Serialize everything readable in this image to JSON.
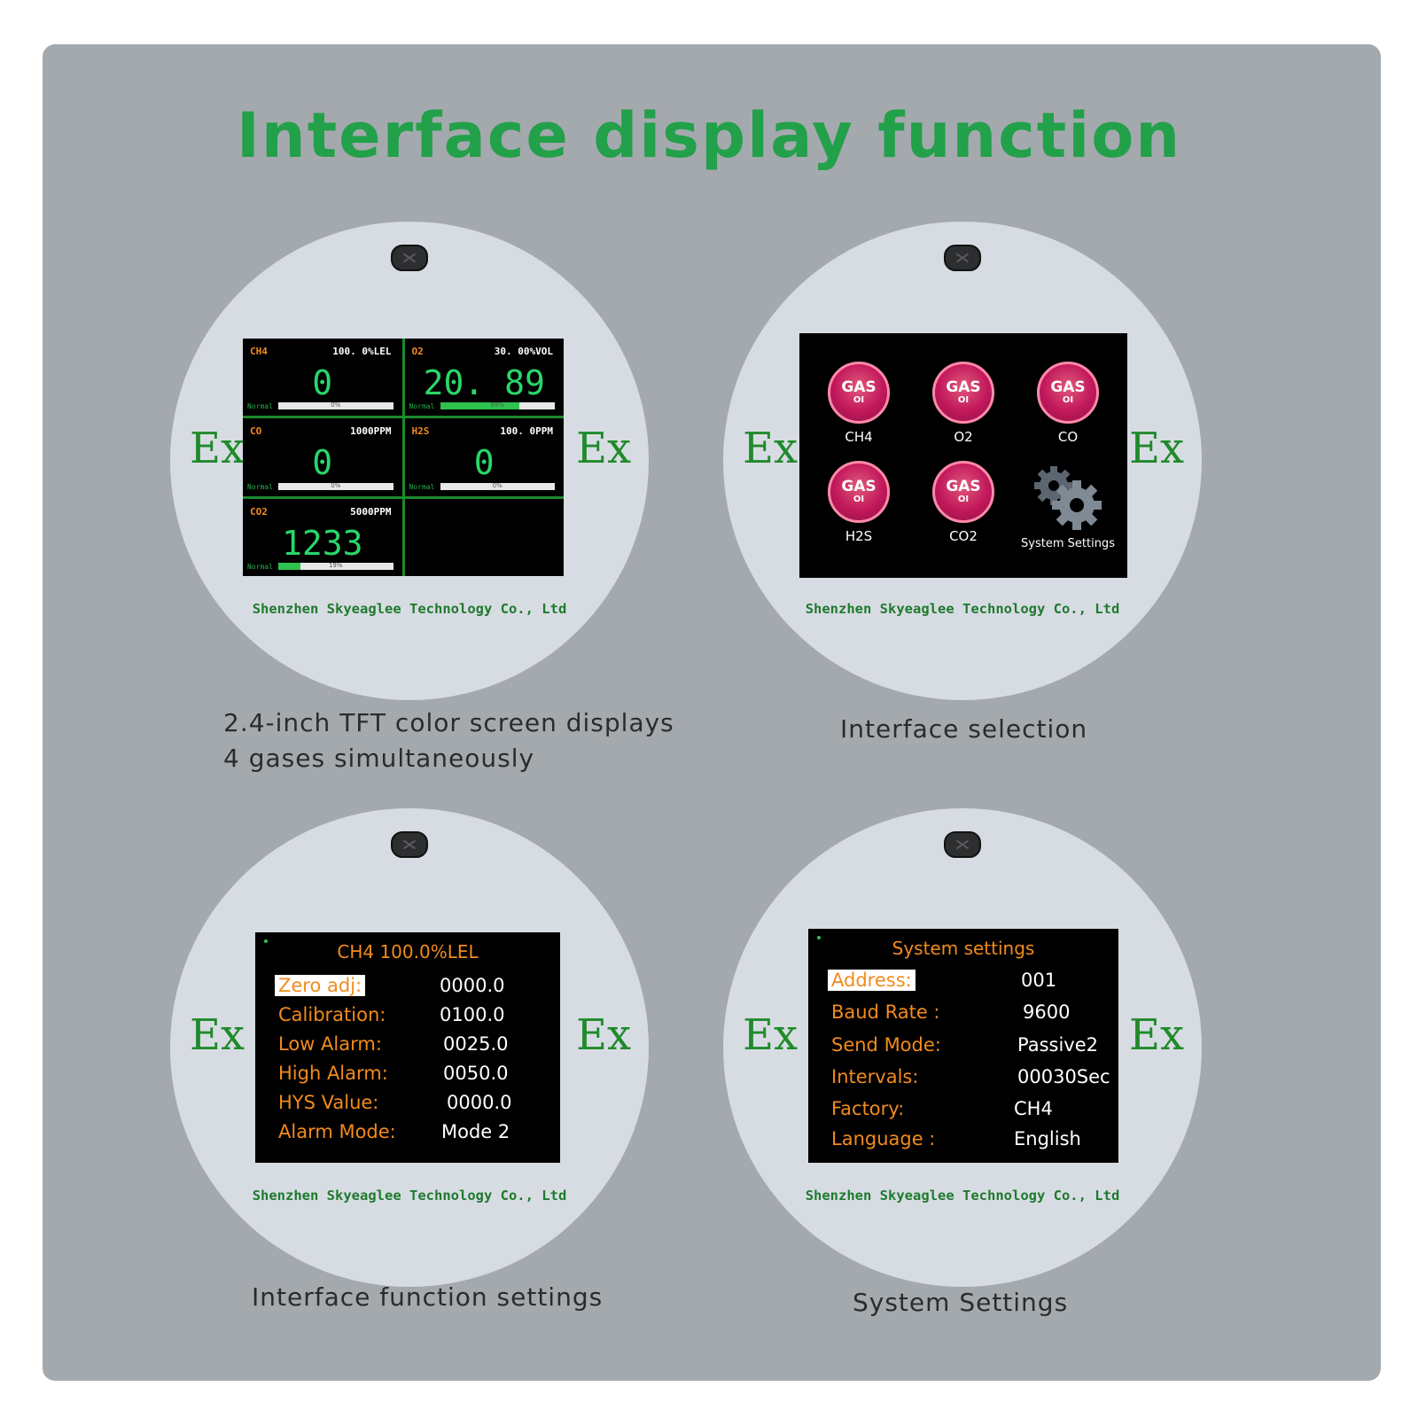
{
  "title": "Interface display function",
  "company": "Shenzhen Skyeaglee Technology Co., Ltd",
  "ex_mark": "Ex",
  "captions": {
    "display": [
      "2.4-inch TFT color screen displays",
      "4 gases simultaneously"
    ],
    "selection": "Interface selection",
    "function_settings": "Interface function settings",
    "system_settings": "System Settings"
  },
  "gas_display": [
    {
      "name": "CH4",
      "range": "100. 0%LEL",
      "value": "0",
      "status": "Normal",
      "percent": "0%",
      "fill": 0
    },
    {
      "name": "O2",
      "range": "30. 00%VOL",
      "value": "20. 89",
      "status": "Normal",
      "percent": "69%",
      "fill": 69
    },
    {
      "name": "CO",
      "range": "1000PPM",
      "value": "0",
      "status": "Normal",
      "percent": "0%",
      "fill": 0
    },
    {
      "name": "H2S",
      "range": "100. 0PPM",
      "value": "0",
      "status": "Normal",
      "percent": "0%",
      "fill": 0
    },
    {
      "name": "CO2",
      "range": "5000PPM",
      "value": "1233",
      "status": "Normal",
      "percent": "19%",
      "fill": 19
    }
  ],
  "menu": {
    "icon_text_top": "GAS",
    "icon_text_bottom": "OI",
    "items": [
      "CH4",
      "O2",
      "CO",
      "H2S",
      "CO2",
      "System Settings"
    ]
  },
  "function_settings": {
    "title": "CH4   100.0%LEL",
    "rows": [
      {
        "label": "Zero adj:",
        "value": "0000.0"
      },
      {
        "label": "Calibration:",
        "value": "0100.0"
      },
      {
        "label": "Low Alarm:",
        "value": "0025.0"
      },
      {
        "label": "High Alarm:",
        "value": "0050.0"
      },
      {
        "label": "HYS Value:",
        "value": "0000.0"
      },
      {
        "label": "Alarm Mode:",
        "value": "Mode  2"
      }
    ]
  },
  "system_settings": {
    "title": "System settings",
    "rows": [
      {
        "label": "Address:",
        "value": "001"
      },
      {
        "label": "Baud Rate :",
        "value": "9600"
      },
      {
        "label": "Send Mode:",
        "value": "Passive2"
      },
      {
        "label": "Intervals:",
        "value": "00030Sec"
      },
      {
        "label": "Factory:",
        "value": "CH4"
      },
      {
        "label": "Language  :",
        "value": "English"
      }
    ]
  },
  "colors": {
    "title_green": "#23a04a",
    "orange": "#f28b1d",
    "value_green": "#29d76a",
    "gas_icon": "#c2185b"
  }
}
